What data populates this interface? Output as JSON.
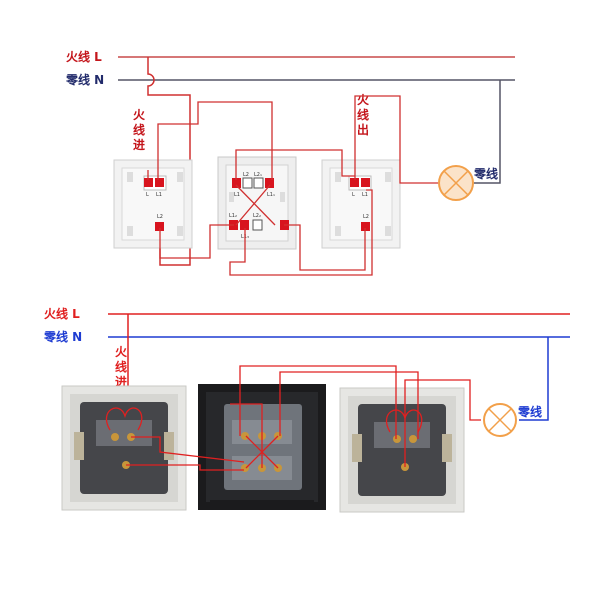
{
  "top": {
    "live_label": "火线 L",
    "neutral_label": "零线 N",
    "live_in_chars": [
      "火",
      "线",
      "进"
    ],
    "live_out_chars": [
      "火",
      "线",
      "出"
    ],
    "lamp_neutral_label": "零线",
    "left_switch_terms": [
      "L",
      "L1",
      "L2"
    ],
    "middle_switch_terms": [
      "L2",
      "L2₁",
      "L1",
      "L1₁",
      "L1₂",
      "L2₂",
      "L1₃"
    ],
    "right_switch_terms": [
      "L",
      "L1",
      "L2"
    ]
  },
  "bottom": {
    "live_label": "火线 L",
    "neutral_label": "零线 N",
    "live_in_chars": [
      "火",
      "线",
      "进"
    ],
    "lamp_neutral_label": "零线"
  },
  "colors": {
    "live": "#e02020",
    "neutral": "#1e3cd2",
    "neutral_top": "#555566",
    "terminal": "#d8141e",
    "lamp": "#f2a04a"
  }
}
